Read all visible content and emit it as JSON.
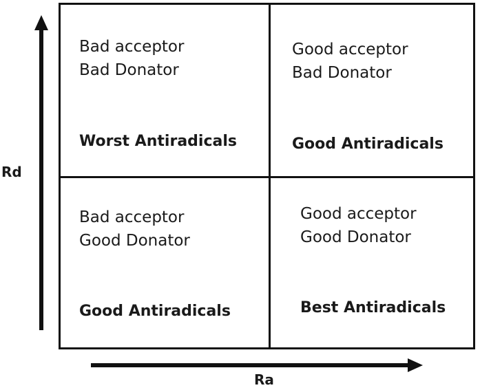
{
  "axes": {
    "y_label": "Rd",
    "x_label": "Ra"
  },
  "quadrants": {
    "top_left": {
      "line1": "Bad acceptor",
      "line2": "Bad Donator",
      "verdict": "Worst Antiradicals"
    },
    "top_right": {
      "line1": "Good acceptor",
      "line2": "Bad Donator",
      "verdict": "Good Antiradicals"
    },
    "bottom_left": {
      "line1": "Bad acceptor",
      "line2": "Good Donator",
      "verdict": "Good Antiradicals"
    },
    "bottom_right": {
      "line1": "Good acceptor",
      "line2": "Good Donator",
      "verdict": "Best Antiradicals"
    }
  }
}
